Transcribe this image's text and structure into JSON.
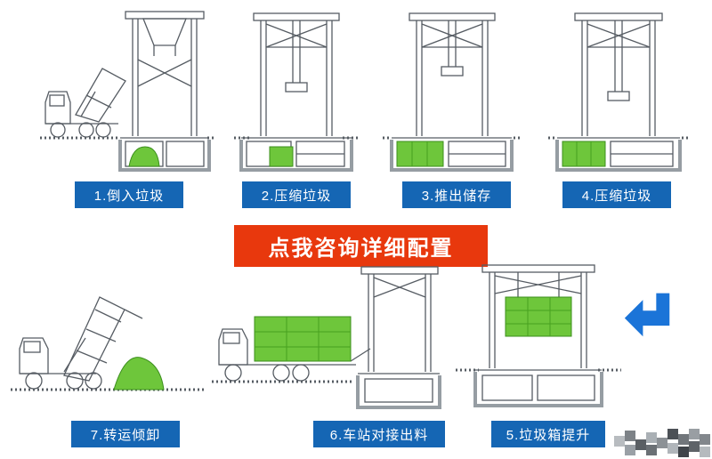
{
  "banner": {
    "label": "点我咨询详细配置"
  },
  "steps": [
    {
      "id": 1,
      "label": "1.倒入垃圾"
    },
    {
      "id": 2,
      "label": "2.压缩垃圾"
    },
    {
      "id": 3,
      "label": "3.推出储存"
    },
    {
      "id": 4,
      "label": "4.压缩垃圾"
    },
    {
      "id": 5,
      "label": "5.垃圾箱提升"
    },
    {
      "id": 6,
      "label": "6.车站对接出料"
    },
    {
      "id": 7,
      "label": "7.转运倾卸"
    }
  ],
  "arrow": {
    "direction": "left"
  },
  "colors": {
    "label_bg": "#1566b4",
    "banner_bg": "#e8380d",
    "green": "#6ec63b",
    "arrow": "#1b74d8"
  }
}
